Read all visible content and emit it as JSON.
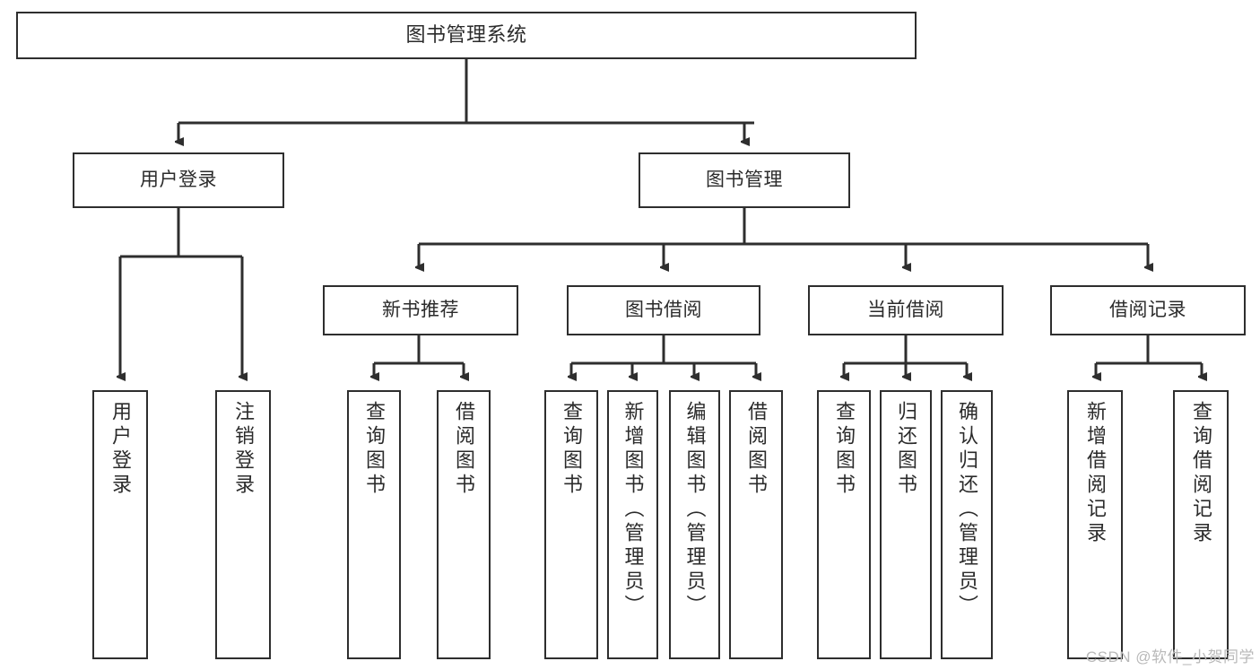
{
  "diagram": {
    "title_node": "图书管理系统",
    "watermark": "CSDN @软件_小贺同学",
    "line_color": "#2e2e2e",
    "text_color": "#2b2b2b",
    "background": "#ffffff"
  },
  "nodes": {
    "root": {
      "label": "图书管理系统"
    },
    "level2": [
      {
        "label": "用户登录"
      },
      {
        "label": "图书管理"
      }
    ],
    "level3": [
      {
        "label": "新书推荐"
      },
      {
        "label": "图书借阅"
      },
      {
        "label": "当前借阅"
      },
      {
        "label": "借阅记录"
      }
    ],
    "leaves": {
      "user_login": [
        {
          "label": "用户登录"
        },
        {
          "label": "注销登录"
        }
      ],
      "new_book_recommend": [
        {
          "label": "查询图书"
        },
        {
          "label": "借阅图书"
        }
      ],
      "book_borrow": [
        {
          "label": "查询图书"
        },
        {
          "label": "新增图书（管理员）"
        },
        {
          "label": "编辑图书（管理员）"
        },
        {
          "label": "借阅图书"
        }
      ],
      "current_borrow": [
        {
          "label": "查询图书"
        },
        {
          "label": "归还图书"
        },
        {
          "label": "确认归还（管理员）"
        }
      ],
      "borrow_record": [
        {
          "label": "新增借阅记录"
        },
        {
          "label": "查询借阅记录"
        }
      ]
    }
  }
}
